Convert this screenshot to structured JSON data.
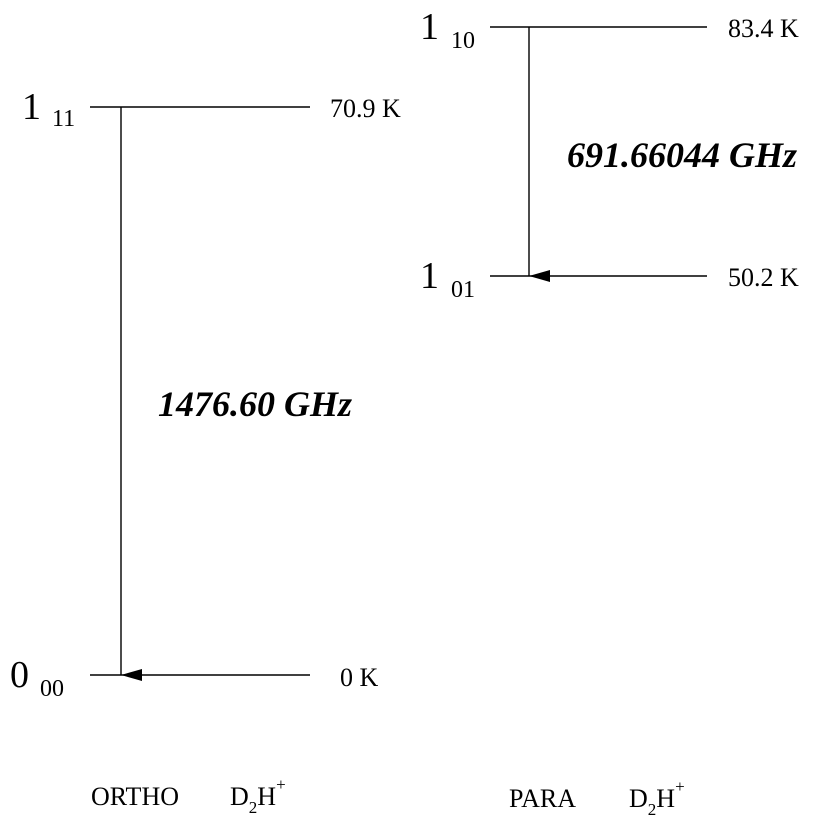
{
  "diagram": {
    "ortho": {
      "upper": {
        "main": "1",
        "sub": "11",
        "energy": "70.9 K"
      },
      "lower": {
        "main": "0",
        "sub": "00",
        "energy": "0 K"
      },
      "transition": "1476.60 GHz",
      "footer": {
        "label": "ORTHO",
        "mol": "D",
        "mol_sub": "2",
        "mol_h": "H",
        "mol_sup": "+"
      }
    },
    "para": {
      "upper": {
        "main": "1",
        "sub": "10",
        "energy": "83.4 K"
      },
      "lower": {
        "main": "1",
        "sub": "01",
        "energy": "50.2 K"
      },
      "transition": "691.66044 GHz",
      "footer": {
        "label": "PARA",
        "mol": "D",
        "mol_sub": "2",
        "mol_h": "H",
        "mol_sup": "+"
      }
    }
  }
}
